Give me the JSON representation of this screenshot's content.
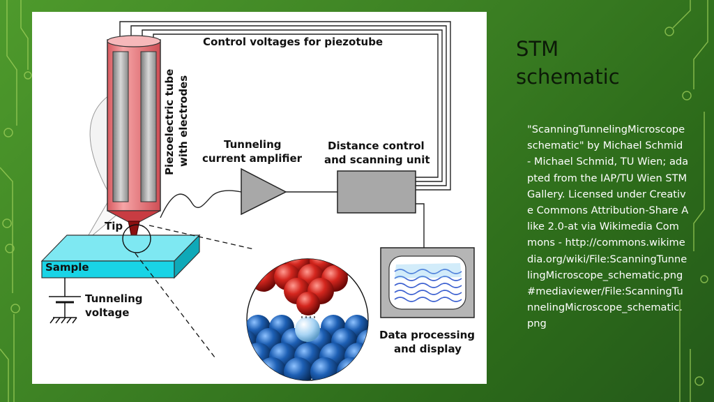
{
  "slide": {
    "title_line1": "STM",
    "title_line2": "schematic",
    "credit": "\"ScanningTunnelingMicroscope schematic\" by Michael Schmid - Michael Schmid, TU Wien; adapted from the IAP/TU Wien STM Gallery. Licensed under Creative Commons Attribution-Share Alike 2.0-at via Wikimedia Commons - http://commons.wikimedia.org/wiki/File:ScanningTunnelingMicroscope_schematic.png#mediaviewer/File:ScanningTunnelingMicroscope_schematic.png"
  },
  "diagram": {
    "control_voltages": "Control voltages for piezotube",
    "piezo_line1": "Piezoelectric tube",
    "piezo_line2": "with electrodes",
    "amp_line1": "Tunneling",
    "amp_line2": "current amplifier",
    "dist_line1": "Distance control",
    "dist_line2": "and scanning unit",
    "tip": "Tip",
    "sample": "Sample",
    "voltage_line1": "Tunneling",
    "voltage_line2": "voltage",
    "display_line1": "Data processing",
    "display_line2": "and display"
  },
  "colors": {
    "background": "#3d8224",
    "piezo": "#e8787c",
    "tip": "#8b1010",
    "sample": "#19d4e6",
    "atom_tip": "#c0201c",
    "atom_sample": "#1d5fb4",
    "unit_box": "#a8a8a8"
  }
}
